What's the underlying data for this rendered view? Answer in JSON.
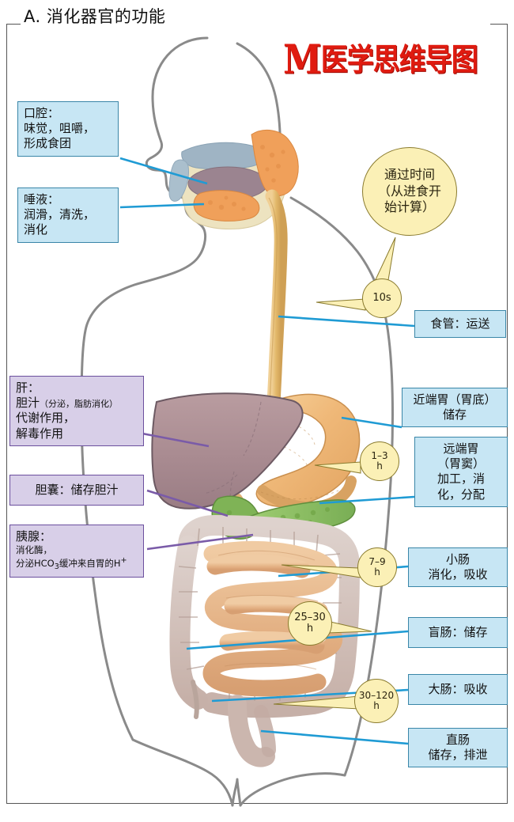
{
  "page": {
    "title": "A. 消化器官的功能",
    "logo_mark": "M",
    "logo_text": "医学思维导图",
    "logo_color": "#e01b10"
  },
  "colors": {
    "blue_box_fill": "#c7e6f4",
    "blue_box_border": "#3a86a8",
    "purple_box_fill": "#d8cfe8",
    "purple_box_border": "#6b4f9e",
    "bubble_fill": "#fbf0b6",
    "bubble_border": "#8a7b2e",
    "liver": "#ab8f94",
    "stomach": "#efb878",
    "pancreas": "#8cbf63",
    "small_intestine": "#e8b98e",
    "large_intestine": "#cfbbb4",
    "esophagus": "#e3b96b",
    "body_outline": "#8a8a8a"
  },
  "left_boxes": [
    {
      "id": "mouth",
      "title": "口腔：",
      "lines": [
        "味觉，咀嚼，",
        "形成食团"
      ]
    },
    {
      "id": "saliva",
      "title": "唾液：",
      "lines": [
        "润滑，清洗，",
        "消化"
      ]
    },
    {
      "id": "liver",
      "title": "肝：",
      "line_bile_main": "胆汁",
      "line_bile_sub": "（分泌，脂肪消化）",
      "lines": [
        "代谢作用，",
        "解毒作用"
      ]
    },
    {
      "id": "gallbladder",
      "title": "胆囊：储存胆汁"
    },
    {
      "id": "pancreas",
      "title": "胰腺：",
      "lines": [
        "消化酶，",
        "分泌HCO₃⁻缓冲来自胃的H⁺"
      ],
      "line_enzyme": "消化酶，",
      "line_bicarb_pre": "分泌HCO",
      "line_bicarb_sub": "3",
      "line_bicarb_post": "缓冲来自胃的H",
      "line_bicarb_sup": "+"
    }
  ],
  "right_boxes": [
    {
      "id": "esophagus",
      "lines": [
        "食管：运送"
      ]
    },
    {
      "id": "proximal-stomach",
      "lines": [
        "近端胃（胃底）",
        "储存"
      ]
    },
    {
      "id": "distal-stomach",
      "lines": [
        "远端胃",
        "（胃窦）",
        "加工，消",
        "化，分配"
      ]
    },
    {
      "id": "small-intestine",
      "lines": [
        "小肠",
        "消化，吸收"
      ]
    },
    {
      "id": "cecum",
      "lines": [
        "盲肠：储存"
      ]
    },
    {
      "id": "large-intestine",
      "lines": [
        "大肠：吸收"
      ]
    },
    {
      "id": "rectum",
      "lines": [
        "直肠",
        "储存，排泄"
      ]
    }
  ],
  "transit_legend": {
    "lines": [
      "通过时间",
      "（从进食开",
      "始计算）"
    ]
  },
  "transit_times": [
    {
      "id": "esophagus-time",
      "value": "10s",
      "unit": ""
    },
    {
      "id": "stomach-time",
      "value": "1–3",
      "unit": "h"
    },
    {
      "id": "small-intestine-time",
      "value": "7–9",
      "unit": "h"
    },
    {
      "id": "colon-time",
      "value": "25–30",
      "unit": "h"
    },
    {
      "id": "rectum-time",
      "value": "30–120",
      "unit": "h"
    }
  ]
}
